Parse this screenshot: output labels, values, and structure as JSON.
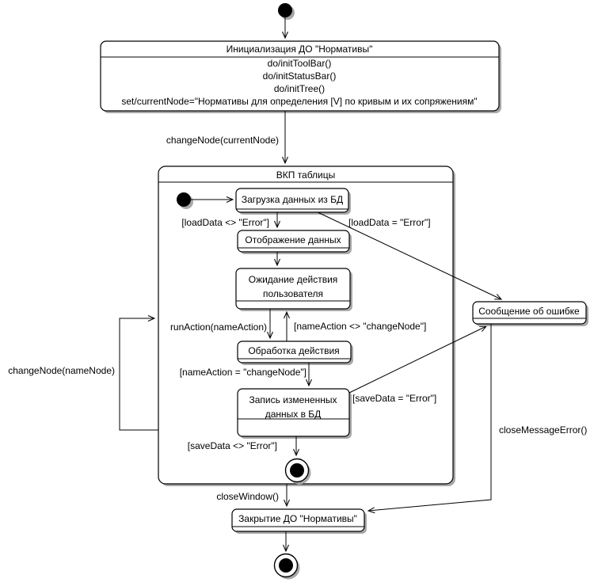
{
  "colors": {
    "background": "#ffffff",
    "line": "#000000",
    "state_fill": "#ffffff",
    "shadow": "#a8a8a8"
  },
  "states": {
    "init": {
      "title": "Инициализация ДО \"Нормативы\"",
      "actions": [
        "do/initToolBar()",
        "do/initStatusBar()",
        "do/initTree()",
        "set/currentNode=\"Нормативы для определения [V] по кривым и их сопряжениям\""
      ]
    },
    "composite": {
      "title": "ВКП таблицы"
    },
    "load_data": {
      "title": "Загрузка данных из БД"
    },
    "display_data": {
      "title": "Отображение данных"
    },
    "wait_user": {
      "line1": "Ожидание действия",
      "line2": "пользователя"
    },
    "process_action": {
      "title": "Обработка действия"
    },
    "save_data": {
      "line1": "Запись измененных",
      "line2": "данных в БД"
    },
    "error_message": {
      "title": "Сообщение об ошибке"
    },
    "close_do": {
      "title": "Закрытие ДО \"Нормативы\""
    }
  },
  "transitions": {
    "change_node_current": "changeNode(currentNode)",
    "load_ok": "[loadData <> \"Error\"]",
    "load_error": "[loadData = \"Error\"]",
    "run_action": "runAction(nameAction)",
    "action_not_change_node": "[nameAction <> \"changeNode\"]",
    "action_change_node": "[nameAction = \"changeNode\"]",
    "save_error": "[saveData = \"Error\"]",
    "save_ok": "[saveData <> \"Error\"]",
    "close_window": "closeWindow()",
    "close_message_error": "closeMessageError()",
    "change_node_name": "changeNode(nameNode)"
  }
}
